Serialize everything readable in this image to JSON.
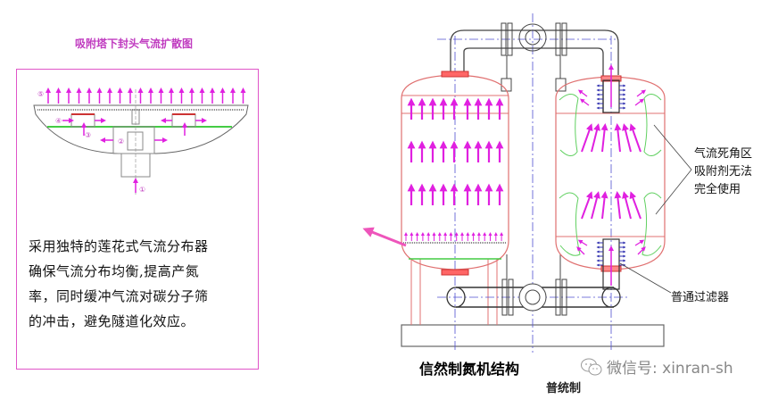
{
  "left_panel": {
    "title": "吸附塔下封头气流扩散图",
    "markers": [
      "①",
      "②",
      "③",
      "④",
      "⑤"
    ],
    "description_lines": [
      "采用独特的莲花式气流分布器",
      "确保气流分布均衡,提高产氮",
      "率，同时缓冲气流对碳分子筛",
      "的冲击，避免隧道化效应。"
    ]
  },
  "right_panel": {
    "caption": "信然制氮机结构",
    "callouts": {
      "dead_zone_lines": [
        "气流死角区",
        "吸附剂无法",
        "完全使用"
      ],
      "filter": "普通过滤器"
    },
    "overlay_caption_fragment": "普统制"
  },
  "watermark": {
    "icon": "wechat-icon",
    "text": "微信号: xinran-sh"
  },
  "colors": {
    "accent_magenta": "#e020e0",
    "frame_pink": "#e055c8",
    "vessel_red": "#e07070",
    "dead_zone_green": "#60d060",
    "axis_blue": "#5050d0"
  }
}
